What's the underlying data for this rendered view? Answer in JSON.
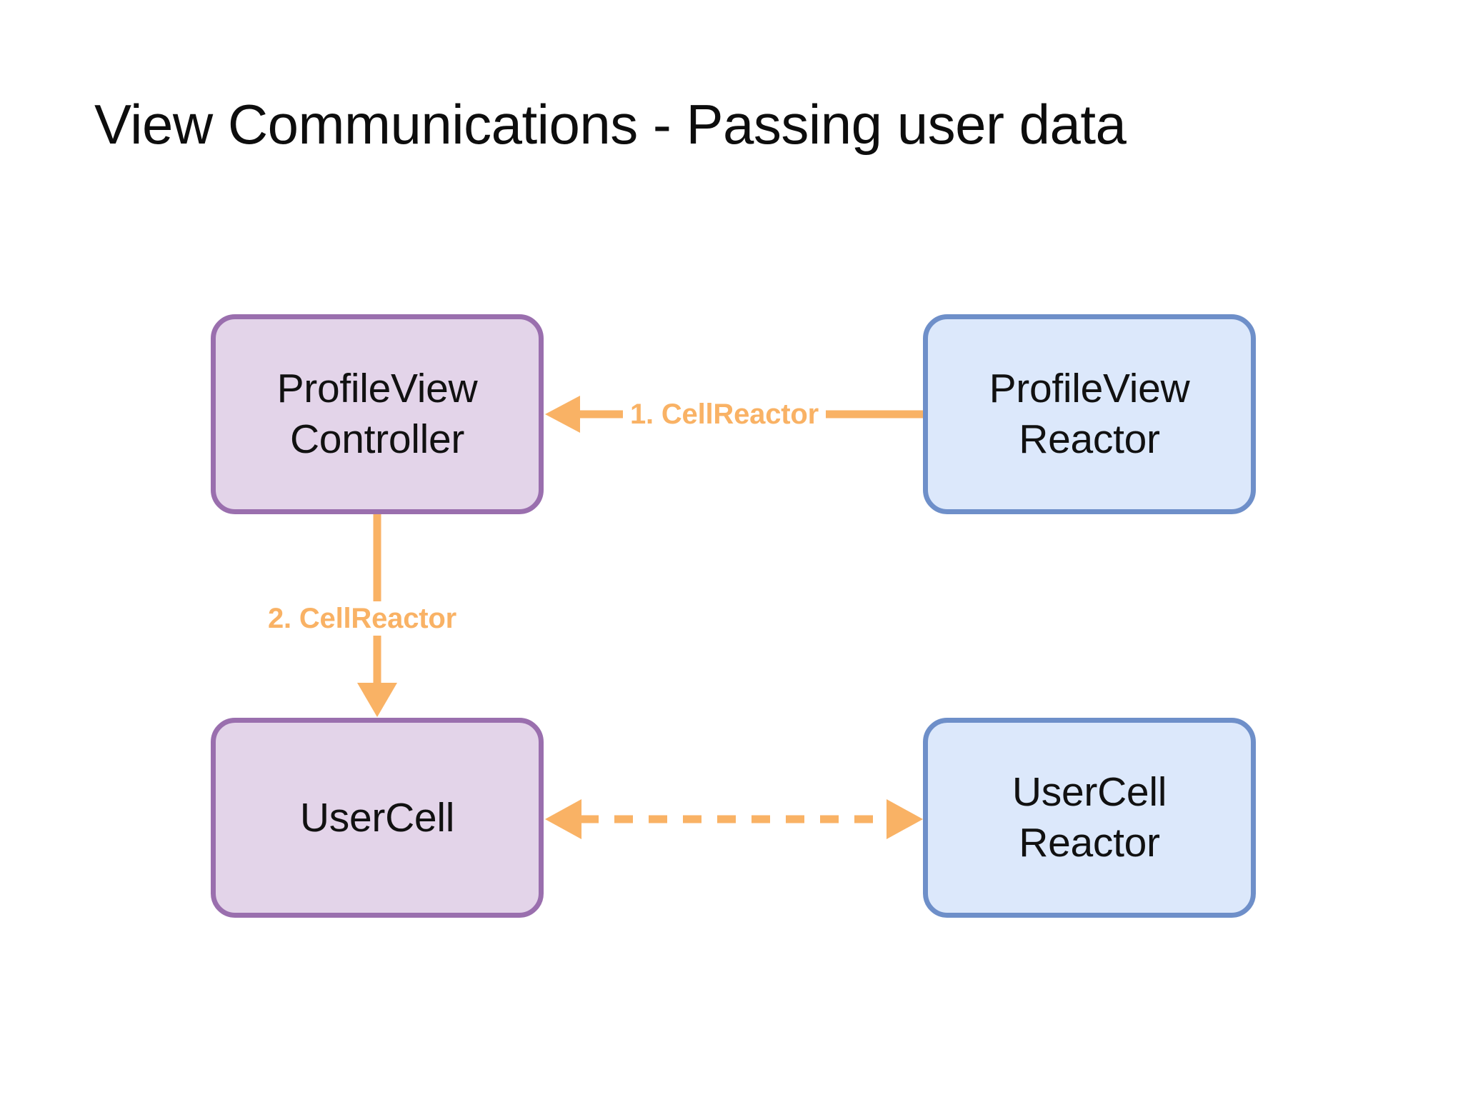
{
  "slide": {
    "title": "View Communications - Passing user data",
    "background_color": "#ffffff"
  },
  "palette": {
    "view_fill": "#e3d4e9",
    "view_border": "#9a6fae",
    "reactor_fill": "#dce8fb",
    "reactor_border": "#6e8fc9",
    "arrow_color": "#f9b265",
    "text_color": "#111111"
  },
  "nodes": [
    {
      "id": "profileview-controller",
      "label": "ProfileView\nController",
      "kind": "view",
      "column": "left",
      "row": "top"
    },
    {
      "id": "profileview-reactor",
      "label": "ProfileView\nReactor",
      "kind": "reactor",
      "column": "right",
      "row": "top"
    },
    {
      "id": "usercell",
      "label": "UserCell",
      "kind": "view",
      "column": "left",
      "row": "bottom"
    },
    {
      "id": "usercell-reactor",
      "label": "UserCell\nReactor",
      "kind": "reactor",
      "column": "right",
      "row": "bottom"
    }
  ],
  "edges": [
    {
      "id": "edge-1",
      "label": "1. CellReactor",
      "from": "profileview-reactor",
      "to": "profileview-controller",
      "style": "solid",
      "direction": "single",
      "orientation": "horizontal"
    },
    {
      "id": "edge-2",
      "label": "2. CellReactor",
      "from": "profileview-controller",
      "to": "usercell",
      "style": "solid",
      "direction": "single",
      "orientation": "vertical"
    },
    {
      "id": "edge-3",
      "label": "",
      "from": "usercell",
      "to": "usercell-reactor",
      "style": "dashed",
      "direction": "bidirectional",
      "orientation": "horizontal"
    }
  ]
}
